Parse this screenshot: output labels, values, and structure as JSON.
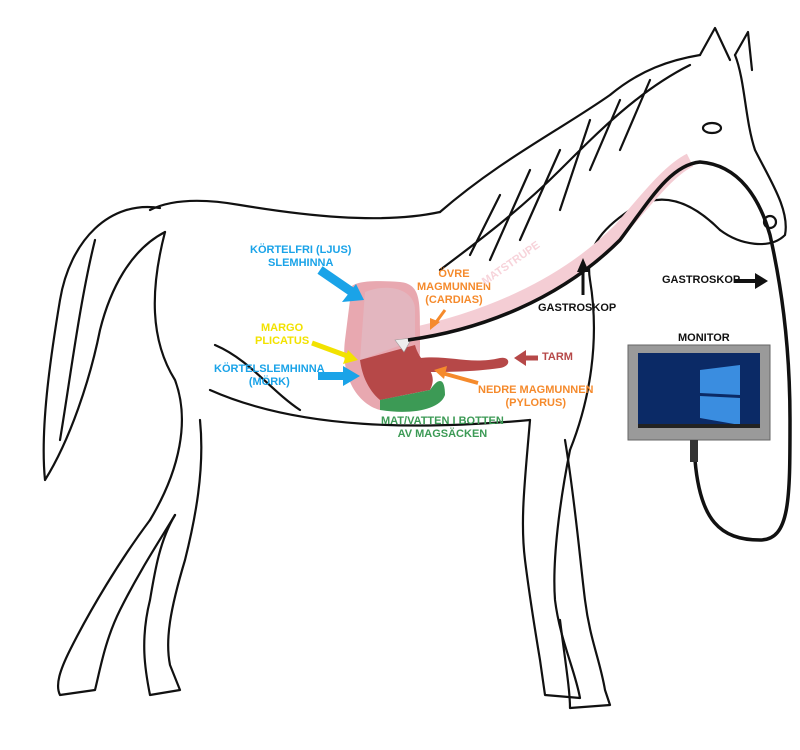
{
  "labels": {
    "kortelfri": [
      "KÖRTELFRI (LJUS)",
      "SLEMHINNA"
    ],
    "margo": [
      "MARGO",
      "PLICATUS"
    ],
    "kortelslemhinna": [
      "KÖRTELSLEMHINNA",
      "(MÖRK)"
    ],
    "ovre": [
      "ÖVRE",
      "MAGMUNNEN",
      "(CARDIAS)"
    ],
    "matstrupe": "MATSTRUPE",
    "gastroskop_neck": "GASTROSKOP",
    "gastroskop_right": "GASTROSKOP",
    "tarm": "TARM",
    "nedre": [
      "NEDRE MAGMUNNEN",
      "(PYLORUS)"
    ],
    "mat": [
      "MAT/VATTEN I BOTTEN",
      "AV MAGSÄCKEN"
    ],
    "monitor": "MONITOR"
  },
  "colors": {
    "blue": "#1aa3e8",
    "orange": "#f58a2c",
    "yellow": "#f2e200",
    "red": "#b64848",
    "green": "#3c9a55",
    "pink": "#e3b6bf"
  }
}
